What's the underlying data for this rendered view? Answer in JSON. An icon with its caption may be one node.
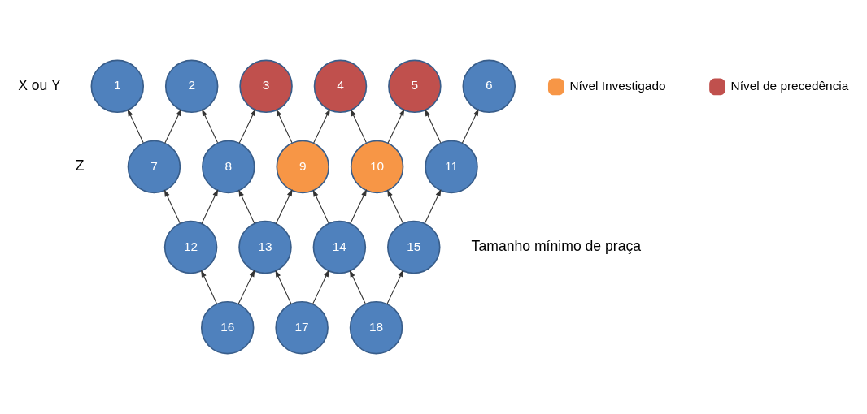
{
  "diagram": {
    "nodes": [
      {
        "text": [
          "1"
        ]
      },
      {
        "text": [
          "2"
        ]
      },
      {
        "text": [
          "3"
        ]
      },
      {
        "text": [
          "4"
        ]
      },
      {
        "text": [
          "5"
        ]
      },
      {
        "text": [
          "6"
        ]
      },
      {
        "text": [
          "7"
        ]
      },
      {
        "text": [
          "8"
        ]
      },
      {
        "text": [
          "9"
        ]
      },
      {
        "text": [
          "10"
        ]
      },
      {
        "text": [
          "11"
        ]
      },
      {
        "text": [
          "12"
        ]
      },
      {
        "text": [
          "13"
        ]
      },
      {
        "text": [
          "14"
        ]
      },
      {
        "text": [
          "15"
        ]
      },
      {
        "text": [
          "16"
        ]
      },
      {
        "text": [
          "17"
        ]
      },
      {
        "text": [
          "18"
        ]
      }
    ],
    "edges": [
      {
        "from": 6,
        "to": 0,
        "arrow": "to"
      },
      {
        "from": 6,
        "to": 1,
        "arrow": "to"
      },
      {
        "from": 7,
        "to": 1,
        "arrow": "to"
      },
      {
        "from": 7,
        "to": 2,
        "arrow": "to"
      },
      {
        "from": 8,
        "to": 2,
        "arrow": "to"
      },
      {
        "from": 8,
        "to": 3,
        "arrow": "to"
      },
      {
        "from": 9,
        "to": 3,
        "arrow": "to"
      },
      {
        "from": 9,
        "to": 4,
        "arrow": "to"
      },
      {
        "from": 10,
        "to": 4,
        "arrow": "to"
      },
      {
        "from": 10,
        "to": 5,
        "arrow": "to"
      },
      {
        "from": 11,
        "to": 6,
        "arrow": "to"
      },
      {
        "from": 11,
        "to": 7,
        "arrow": "to"
      },
      {
        "from": 12,
        "to": 7,
        "arrow": "to"
      },
      {
        "from": 12,
        "to": 8,
        "arrow": "to"
      },
      {
        "from": 13,
        "to": 8,
        "arrow": "to"
      },
      {
        "from": 13,
        "to": 9,
        "arrow": "to"
      },
      {
        "from": 14,
        "to": 9,
        "arrow": "to"
      },
      {
        "from": 14,
        "to": 10,
        "arrow": "to"
      },
      {
        "from": 15,
        "to": 11,
        "arrow": "to"
      },
      {
        "from": 15,
        "to": 12,
        "arrow": "to"
      },
      {
        "from": 16,
        "to": 12,
        "arrow": "to"
      },
      {
        "from": 16,
        "to": 13,
        "arrow": "to"
      },
      {
        "from": 17,
        "to": 13,
        "arrow": "to"
      },
      {
        "from": 17,
        "to": 14,
        "arrow": "to"
      }
    ],
    "labels": [
      "X ou Y",
      "Z",
      "Tamanho mínimo de praça"
    ],
    "legend": [
      {
        "text": "Nível Investigado",
        "color": "#f79646"
      },
      {
        "text": "Nível de precedência",
        "color": "#c0504d"
      }
    ]
  }
}
